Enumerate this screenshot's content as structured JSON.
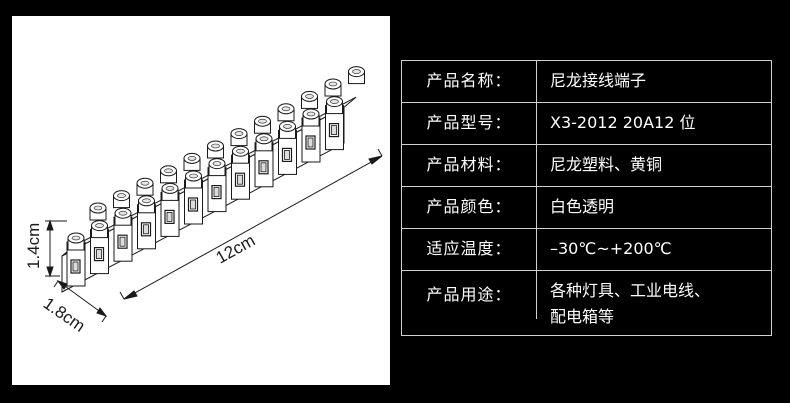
{
  "product_image": {
    "dimension_length": "12cm",
    "dimension_height": "1.4cm",
    "dimension_depth": "1.8cm",
    "colors": {
      "background": "#ffffff",
      "line": "#1a1a1a"
    }
  },
  "spec_table": {
    "rows": [
      {
        "key": "产品名称：",
        "value_lines": [
          "尼龙接线端子"
        ]
      },
      {
        "key": "产品型号：",
        "value_lines": [
          "X3-2012 20A12 位"
        ]
      },
      {
        "key": "产品材料：",
        "value_lines": [
          "尼龙塑料、黄铜"
        ]
      },
      {
        "key": "产品颜色：",
        "value_lines": [
          "白色透明"
        ]
      },
      {
        "key": "适应温度：",
        "value_lines": [
          "–30℃~+200℃"
        ]
      },
      {
        "key": "产品用途：",
        "value_lines": [
          "各种灯具、工业电线、",
          "配电箱等"
        ]
      }
    ],
    "colors": {
      "border": "#d0d0d0",
      "text": "#ffffff",
      "background": "#000000"
    }
  }
}
